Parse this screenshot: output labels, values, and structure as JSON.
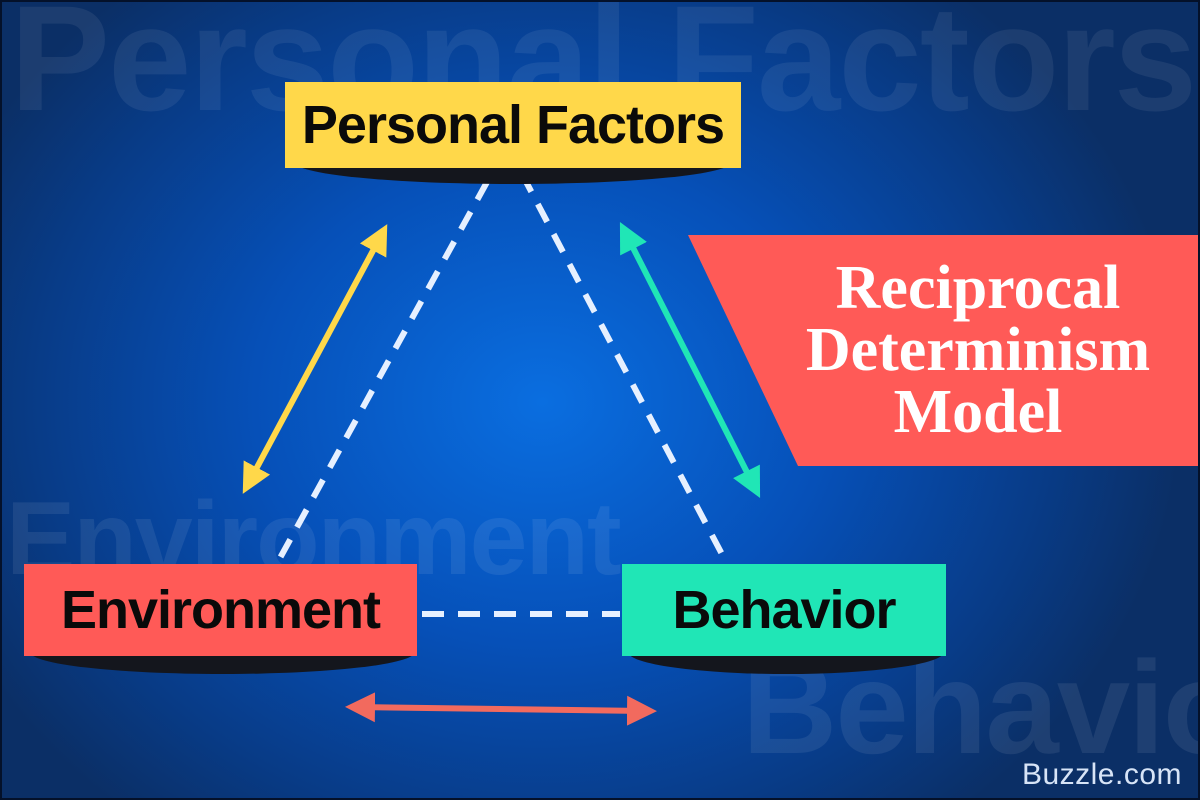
{
  "background_watermarks": {
    "personal": "Personal Factors",
    "environment": "Environment",
    "behavior": "Behavior"
  },
  "nodes": {
    "personal_factors": {
      "label": "Personal Factors",
      "color": "#ffd84a"
    },
    "environment": {
      "label": "Environment",
      "color": "#ff5a57"
    },
    "behavior": {
      "label": "Behavior",
      "color": "#20e6b6"
    }
  },
  "arrows": {
    "personal_environment": {
      "color": "#ffd84a",
      "direction": "bidirectional"
    },
    "personal_behavior": {
      "color": "#20e6b6",
      "direction": "bidirectional"
    },
    "environment_behavior": {
      "color": "#f26a5e",
      "direction": "bidirectional"
    }
  },
  "connectors": {
    "style": "dashed",
    "color": "#e6f0ff"
  },
  "title": {
    "line1": "Reciprocal",
    "line2": "Determinism",
    "line3": "Model",
    "banner_color": "#ff5a57"
  },
  "brand": "Buzzle.com"
}
